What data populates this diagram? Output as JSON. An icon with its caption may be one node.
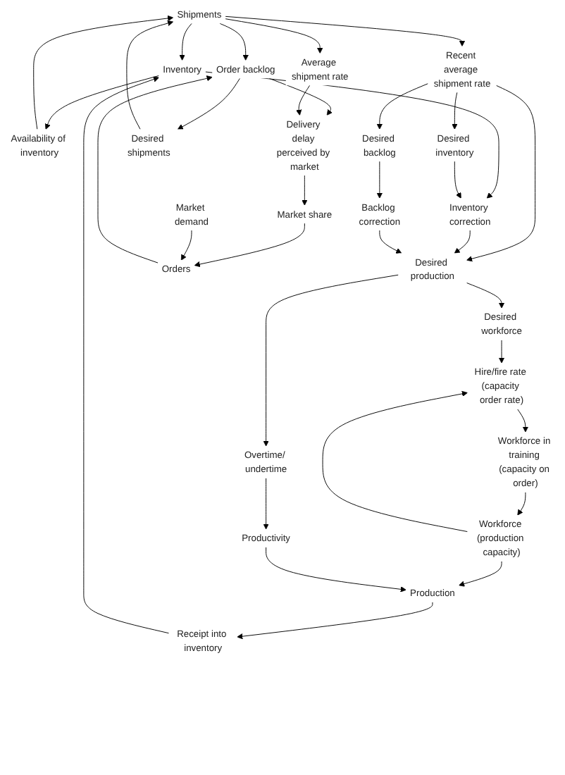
{
  "diagram": {
    "nodes": [
      {
        "text": [
          "Delivery delay perceived by market"
        ]
      },
      {
        "text": [
          "Average shipment rate"
        ]
      },
      {
        "text": [
          "Inventory"
        ]
      },
      {
        "text": [
          "Market share"
        ]
      },
      {
        "text": [
          "Shipments"
        ]
      },
      {
        "text": [
          "Order backlog"
        ]
      },
      {
        "text": [
          "Orders"
        ]
      },
      {
        "text": [
          "Availability of inventory"
        ]
      },
      {
        "text": [
          "Desired shipments"
        ]
      },
      {
        "text": [
          "Market demand"
        ]
      },
      {
        "text": [
          "Receipt into inventory"
        ]
      },
      {
        "text": [
          "Recent average shipment rate"
        ]
      },
      {
        "text": [
          "Desired inventory"
        ]
      },
      {
        "text": [
          "Desired backlog"
        ]
      },
      {
        "text": [
          "Production"
        ]
      },
      {
        "text": [
          "Inventory correction"
        ]
      },
      {
        "text": [
          "Backlog correction"
        ]
      },
      {
        "text": [
          "Productivity"
        ]
      },
      {
        "text": [
          "Desired production"
        ]
      },
      {
        "text": [
          "Desired workforce"
        ]
      },
      {
        "text": [
          "Overtime/ undertime"
        ]
      },
      {
        "text": [
          "Workforce (production capacity)"
        ]
      },
      {
        "text": [
          "Hire/fire rate (capacity order rate)"
        ]
      },
      {
        "text": [
          "Workforce in training (capacity on order)"
        ]
      }
    ],
    "edges": [
      {
        "from": 4,
        "to": 2,
        "arrow": "to"
      },
      {
        "from": 2,
        "to": 7,
        "arrow": "to"
      },
      {
        "from": 7,
        "to": 4,
        "arrow": "to"
      },
      {
        "from": 10,
        "to": 2,
        "arrow": "to"
      },
      {
        "from": 14,
        "to": 10,
        "arrow": "to"
      },
      {
        "from": 21,
        "to": 14,
        "arrow": "to"
      },
      {
        "from": 17,
        "to": 14,
        "arrow": "to"
      },
      {
        "from": 20,
        "to": 17,
        "arrow": "to"
      },
      {
        "from": 4,
        "to": 11,
        "arrow": "to"
      },
      {
        "from": 11,
        "to": 12,
        "arrow": "to"
      },
      {
        "from": 11,
        "to": 13,
        "arrow": "to"
      },
      {
        "from": 11,
        "to": 18,
        "arrow": "to"
      },
      {
        "from": 2,
        "to": 15,
        "arrow": "to"
      },
      {
        "from": 12,
        "to": 15,
        "arrow": "to"
      },
      {
        "from": 13,
        "to": 16,
        "arrow": "to"
      },
      {
        "from": 15,
        "to": 18,
        "arrow": "to"
      },
      {
        "from": 16,
        "to": 18,
        "arrow": "to"
      },
      {
        "from": 18,
        "to": 20,
        "arrow": "to"
      },
      {
        "from": 18,
        "to": 19,
        "arrow": "to"
      },
      {
        "from": 19,
        "to": 22,
        "arrow": "to"
      },
      {
        "from": 21,
        "to": 22,
        "arrow": "to"
      },
      {
        "from": 22,
        "to": 23,
        "arrow": "to"
      },
      {
        "from": 23,
        "to": 21,
        "arrow": "to"
      },
      {
        "from": 4,
        "to": 5,
        "arrow": "to"
      },
      {
        "from": 5,
        "to": 0,
        "arrow": "to"
      },
      {
        "from": 0,
        "to": 3,
        "arrow": "to"
      },
      {
        "from": 3,
        "to": 6,
        "arrow": "to"
      },
      {
        "from": 6,
        "to": 5,
        "arrow": "to"
      },
      {
        "from": 9,
        "to": 6,
        "arrow": "to"
      },
      {
        "from": 5,
        "to": 8,
        "arrow": "to"
      },
      {
        "from": 8,
        "to": 4,
        "arrow": "to"
      },
      {
        "from": 4,
        "to": 1,
        "arrow": "to"
      },
      {
        "from": 1,
        "to": 0,
        "arrow": "to"
      }
    ]
  }
}
